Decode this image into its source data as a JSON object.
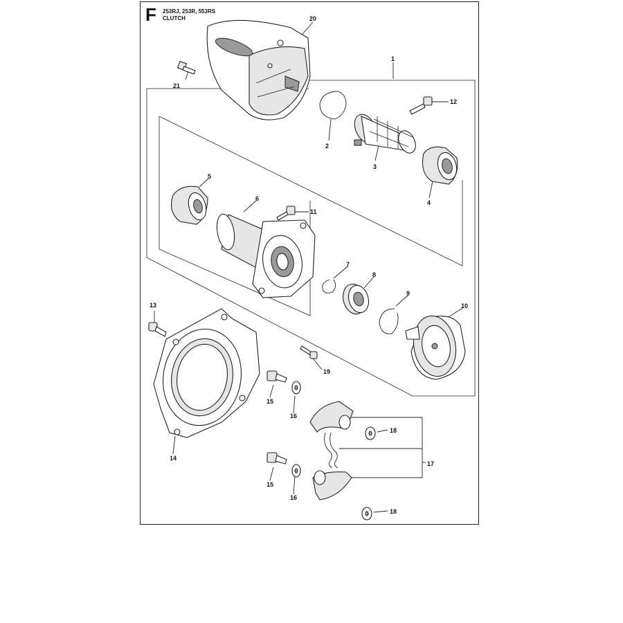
{
  "header": {
    "section_letter": "F",
    "models": "253RJ, 253R, 553RS",
    "title": "CLUTCH"
  },
  "callouts": [
    "1",
    "2",
    "3",
    "4",
    "5",
    "6",
    "7",
    "8",
    "9",
    "10",
    "11",
    "12",
    "13",
    "14",
    "15",
    "16",
    "17",
    "18",
    "19",
    "20",
    "21",
    "15",
    "16",
    "18"
  ]
}
